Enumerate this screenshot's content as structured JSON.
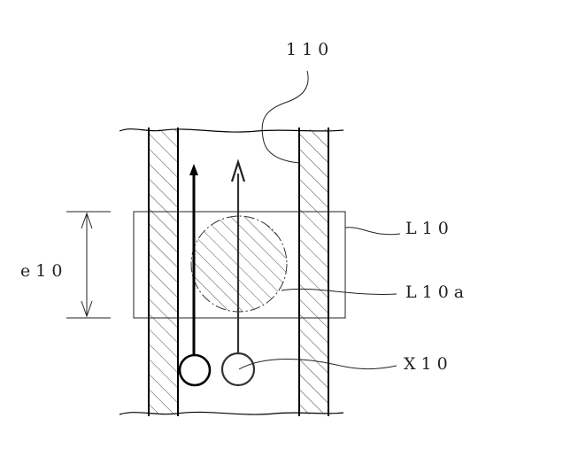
{
  "labels": {
    "pipe": "110",
    "laser_region": "L10",
    "laser_spot": "L10a",
    "particles": "X10",
    "dimension": "e10"
  }
}
